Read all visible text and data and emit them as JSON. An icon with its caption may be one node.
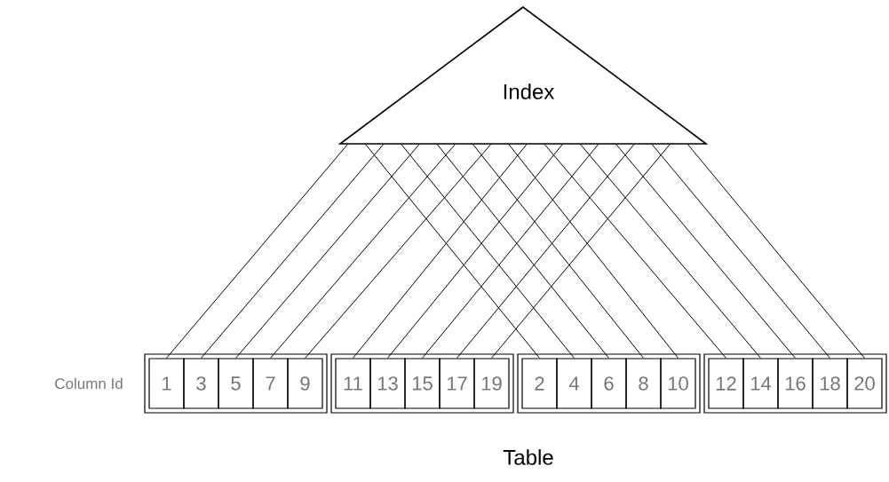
{
  "diagram": {
    "nodes": [
      {
        "text": [
          "Index"
        ]
      },
      {
        "text": [],
        "shape": "box"
      },
      {
        "text": [
          "1"
        ],
        "in": 1
      },
      {
        "text": [
          "3"
        ],
        "in": 1
      },
      {
        "text": [
          "5"
        ],
        "in": 1
      },
      {
        "text": [
          "7"
        ],
        "in": 1
      },
      {
        "text": [
          "9"
        ],
        "in": 1
      },
      {
        "text": [],
        "shape": "box"
      },
      {
        "text": [
          "11"
        ],
        "in": 7
      },
      {
        "text": [
          "13"
        ],
        "in": 7
      },
      {
        "text": [
          "15"
        ],
        "in": 7
      },
      {
        "text": [
          "17"
        ],
        "in": 7
      },
      {
        "text": [
          "19"
        ],
        "in": 7
      },
      {
        "text": [],
        "shape": "box"
      },
      {
        "text": [
          "2"
        ],
        "in": 13
      },
      {
        "text": [
          "4"
        ],
        "in": 13
      },
      {
        "text": [
          "6"
        ],
        "in": 13
      },
      {
        "text": [
          "8"
        ],
        "in": 13
      },
      {
        "text": [
          "10"
        ],
        "in": 13
      },
      {
        "text": [],
        "shape": "box"
      },
      {
        "text": [
          "12"
        ],
        "in": 19
      },
      {
        "text": [
          "14"
        ],
        "in": 19
      },
      {
        "text": [
          "16"
        ],
        "in": 19
      },
      {
        "text": [
          "18"
        ],
        "in": 19
      },
      {
        "text": [
          "20"
        ],
        "in": 19
      }
    ],
    "edges": [
      {
        "from": 0,
        "to": 2,
        "arrow": "none"
      },
      {
        "from": 0,
        "to": 14,
        "arrow": "none"
      },
      {
        "from": 0,
        "to": 3,
        "arrow": "none"
      },
      {
        "from": 0,
        "to": 15,
        "arrow": "none"
      },
      {
        "from": 0,
        "to": 4,
        "arrow": "none"
      },
      {
        "from": 0,
        "to": 16,
        "arrow": "none"
      },
      {
        "from": 0,
        "to": 5,
        "arrow": "none"
      },
      {
        "from": 0,
        "to": 17,
        "arrow": "none"
      },
      {
        "from": 0,
        "to": 6,
        "arrow": "none"
      },
      {
        "from": 0,
        "to": 18,
        "arrow": "none"
      },
      {
        "from": 0,
        "to": 8,
        "arrow": "none"
      },
      {
        "from": 0,
        "to": 20,
        "arrow": "none"
      },
      {
        "from": 0,
        "to": 9,
        "arrow": "none"
      },
      {
        "from": 0,
        "to": 21,
        "arrow": "none"
      },
      {
        "from": 0,
        "to": 10,
        "arrow": "none"
      },
      {
        "from": 0,
        "to": 22,
        "arrow": "none"
      },
      {
        "from": 0,
        "to": 11,
        "arrow": "none"
      },
      {
        "from": 0,
        "to": 23,
        "arrow": "none"
      },
      {
        "from": 0,
        "to": 12,
        "arrow": "none"
      },
      {
        "from": 0,
        "to": 24,
        "arrow": "none"
      }
    ],
    "labels": [
      "Column Id",
      "Table"
    ]
  }
}
